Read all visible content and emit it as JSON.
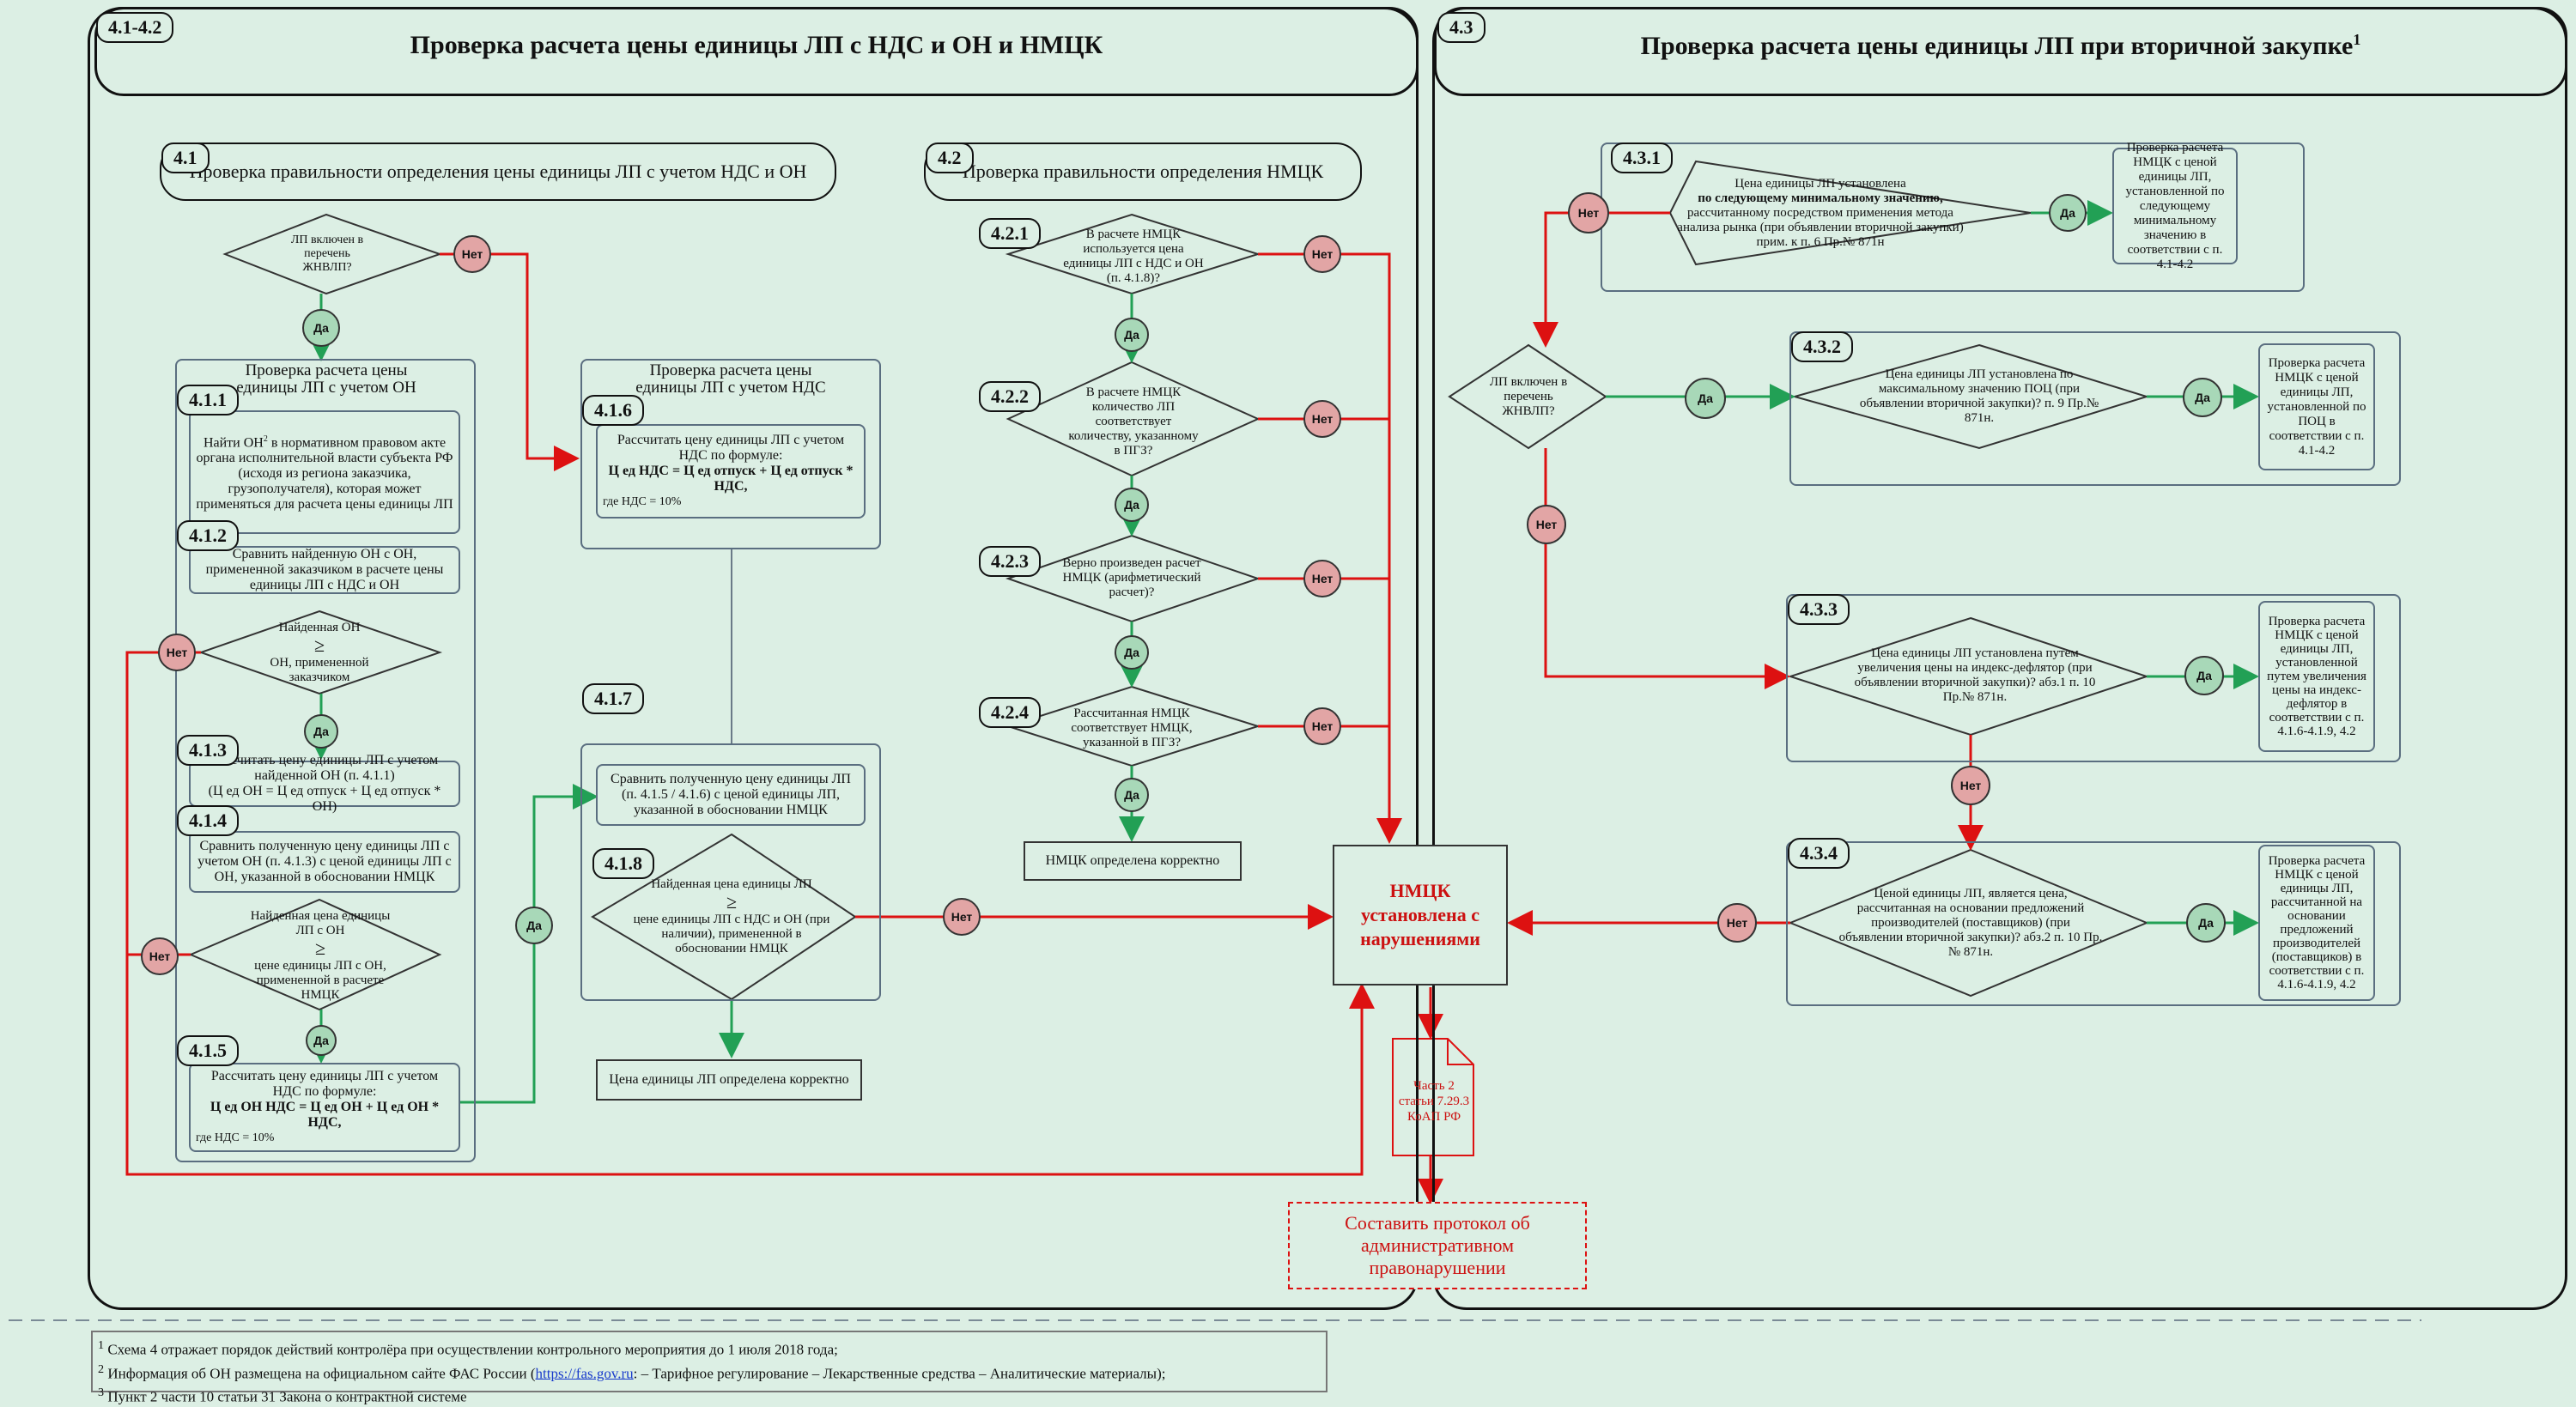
{
  "left_panel": {
    "badge": "4.1-4.2",
    "title": "Проверка расчета цены единицы ЛП с НДС и ОН и НМЦК"
  },
  "right_panel": {
    "badge": "4.3",
    "title": "Проверка расчета цены единицы ЛП при вторичной закупке",
    "title_sup": "1"
  },
  "s41": {
    "badge": "4.1",
    "title": "Проверка правильности определения цены единицы ЛП с учетом НДС и ОН"
  },
  "s42": {
    "badge": "4.2",
    "title": "Проверка правильности определения НМЦК"
  },
  "labels": {
    "yes": "Да",
    "no": "Нет"
  },
  "d_start": "ЛП включен в перечень ЖНВЛП?",
  "grp_on": {
    "title": "Проверка расчета цены единицы ЛП с учетом ОН"
  },
  "n411": {
    "badge": "4.1.1",
    "text_a": "Найти ОН",
    "sup": "2",
    "text_b": " в нормативном правовом акте органа исполнительной власти субъекта РФ (исходя из региона заказчика, грузополучателя), которая может применяться для расчета цены единицы ЛП"
  },
  "n412": {
    "badge": "4.1.2",
    "text": "Сравнить найденную ОН с ОН, примененной заказчиком в расчете цены единицы ЛП с НДС и ОН"
  },
  "d_on1": {
    "l1": "Найденная ОН",
    "sym": "≥",
    "l2": "ОН, примененной заказчиком"
  },
  "n413": {
    "badge": "4.1.3",
    "text": "Рассчитать цену единицы ЛП с учетом найденной ОН (п. 4.1.1)",
    "formula": "(Ц ед ОН = Ц ед отпуск + Ц ед отпуск * ОН)"
  },
  "n414": {
    "badge": "4.1.4",
    "text": "Сравнить полученную цену единицы ЛП с учетом ОН (п. 4.1.3) с ценой единицы ЛП с ОН, указанной в обосновании НМЦК"
  },
  "d_on2": {
    "l1": "Найденная цена единицы ЛП с ОН",
    "sym": "≥",
    "l2": "цене единицы ЛП с ОН, примененной в расчете НМЦК"
  },
  "n415": {
    "badge": "4.1.5",
    "text": "Рассчитать цену единицы ЛП с учетом НДС по формуле:",
    "formula": "Ц ед ОН НДС = Ц ед ОН + Ц ед ОН * НДС,",
    "note": "где  НДС = 10%"
  },
  "grp_nds": {
    "title": "Проверка расчета цены единицы ЛП с учетом НДС"
  },
  "n416": {
    "badge": "4.1.6",
    "text": "Рассчитать цену единицы ЛП с учетом НДС по формуле:",
    "formula": "Ц ед НДС = Ц ед отпуск + Ц ед отпуск * НДС,",
    "note": "где  НДС = 10%"
  },
  "n417": {
    "badge": "4.1.7",
    "text": "Сравнить полученную цену единицы ЛП (п. 4.1.5 / 4.1.6) с ценой единицы ЛП, указанной в обосновании НМЦК"
  },
  "n418": {
    "badge": "4.1.8",
    "l1": "Найденная цена единицы ЛП",
    "sym": "≥",
    "l2": "цене единицы ЛП с НДС и ОН (при наличии), примененной в обосновании НМЦК"
  },
  "ok_price": "Цена единицы ЛП определена корректно",
  "n421": {
    "badge": "4.2.1",
    "text": "В расчете НМЦК используется цена единицы ЛП с НДС и ОН (п. 4.1.8)?"
  },
  "n422": {
    "badge": "4.2.2",
    "text": "В расчете НМЦК количество ЛП соответствует количеству, указанному в ПГЗ?"
  },
  "n423": {
    "badge": "4.2.3",
    "text": "Верно произведен расчет НМЦК (арифметический расчет)?"
  },
  "n424": {
    "badge": "4.2.4",
    "text": "Рассчитанная НМЦК соответствует НМЦК, указанной в ПГЗ?"
  },
  "ok_nmck": "НМЦК определена корректно",
  "violation": "НМЦК установлена с нарушениями",
  "koap": "Часть 2 статьи 7.29.3 КоАП РФ",
  "protocol": "Составить протокол об административном правонарушении",
  "d_right_start": "ЛП включен в перечень ЖНВЛП?",
  "n431": {
    "badge": "4.3.1",
    "l1": "Цена единицы ЛП установлена",
    "l2": "по следующему минимальному значению,",
    "l3": "рассчитанному посредством применения метода анализа рынка (при объявлении вторичной закупки)",
    "l4": "прим. к п. 6 Пр.№ 871н",
    "result": "Проверка расчета НМЦК с ценой единицы ЛП, установленной по следующему минимальному значению в соответствии с п. 4.1-4.2"
  },
  "n432": {
    "badge": "4.3.2",
    "text": "Цена единицы ЛП установлена по максимальному значению ПОЦ (при объявлении вторичной закупки)? п. 9 Пр.№ 871н.",
    "result": "Проверка расчета НМЦК с ценой единицы ЛП, установленной по ПОЦ в соответствии с п. 4.1-4.2"
  },
  "n433": {
    "badge": "4.3.3",
    "text": "Цена единицы ЛП установлена путем увеличения цены на индекс-дефлятор (при объявлении вторичной закупки)? абз.1 п. 10 Пр.№ 871н.",
    "result": "Проверка расчета НМЦК с ценой единицы ЛП, установленной путем увеличения цены на индекс-дефлятор в соответствии с п. 4.1.6-4.1.9, 4.2"
  },
  "n434": {
    "badge": "4.3.4",
    "text": "Ценой единицы ЛП, является цена, рассчитанная на основании предложений производителей (поставщиков) (при объявлении вторичной закупки)? абз.2 п. 10 Пр.№ 871н.",
    "result": "Проверка расчета НМЦК с ценой единицы ЛП, рассчитанной на основании предложений производителей (поставщиков) в соответствии с п. 4.1.6-4.1.9, 4.2"
  },
  "footnotes": {
    "f1_num": "1",
    "f1": "Схема 4 отражает порядок действий контролёра при осуществлении контрольного мероприятия до 1 июля 2018 года;",
    "f2_num": "2",
    "f2_a": "Информация об ОН размещена на официальном сайте ФАС России (",
    "f2_link": "https://fas.gov.ru",
    "f2_b": ": – Тарифное регулирование – Лекарственные средства – Аналитические материалы);",
    "f3_num": "3",
    "f3": "Пункт 2 части 10 статьи 31 Закона о контрактной системе"
  },
  "colors": {
    "background": "#dcefe4",
    "yes_fill": "#a8d8b8",
    "no_fill": "#e2a5a5",
    "red_line": "#dd1111",
    "green_line": "#22a055"
  }
}
